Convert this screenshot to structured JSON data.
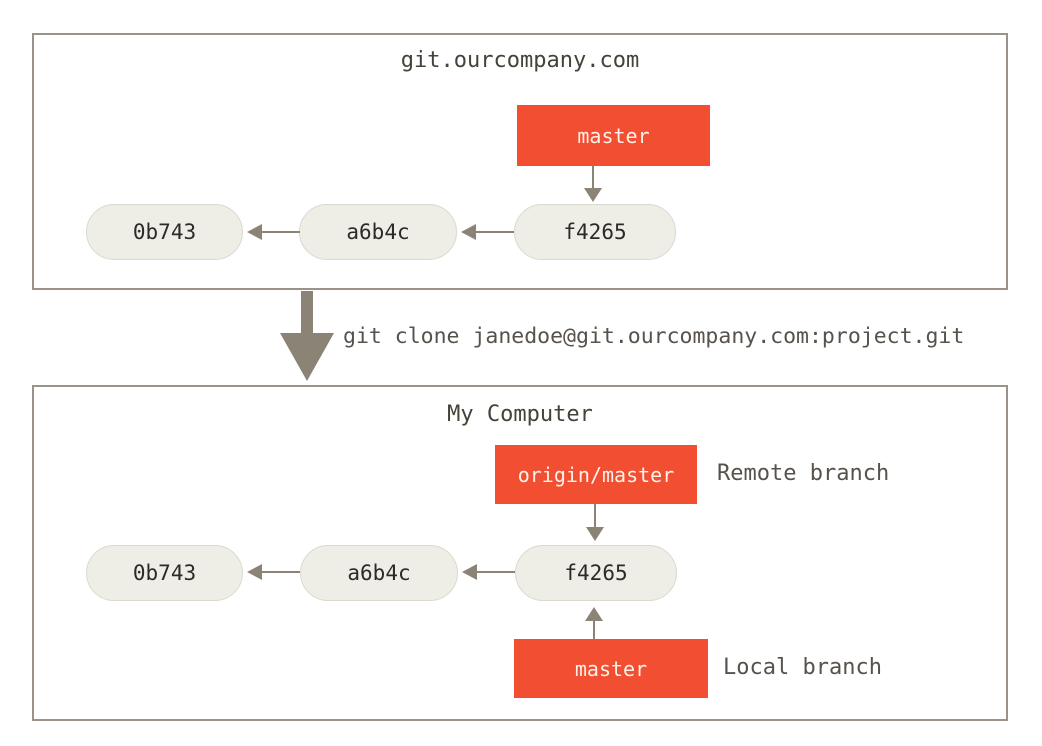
{
  "colors": {
    "background": "#ffffff",
    "box_border": "#9b9389",
    "branch_red": "#f14e32",
    "branch_label_text": "#fcf2e9",
    "commit_fill": "#eeeee7",
    "commit_border": "#d9dacd",
    "commit_text": "#2b2a26",
    "arrow": "#8c8377",
    "title_text": "#454239",
    "annotation_text": "#57524b"
  },
  "server_box": {
    "title": "git.ourcompany.com",
    "branch_label": "master",
    "commits": [
      "0b743",
      "a6b4c",
      "f4265"
    ]
  },
  "clone_step": {
    "command": "git clone janedoe@git.ourcompany.com:project.git"
  },
  "local_box": {
    "title": "My Computer",
    "remote_branch_label": "origin/master",
    "remote_branch_annotation": "Remote branch",
    "local_branch_label": "master",
    "local_branch_annotation": "Local branch",
    "commits": [
      "0b743",
      "a6b4c",
      "f4265"
    ]
  }
}
